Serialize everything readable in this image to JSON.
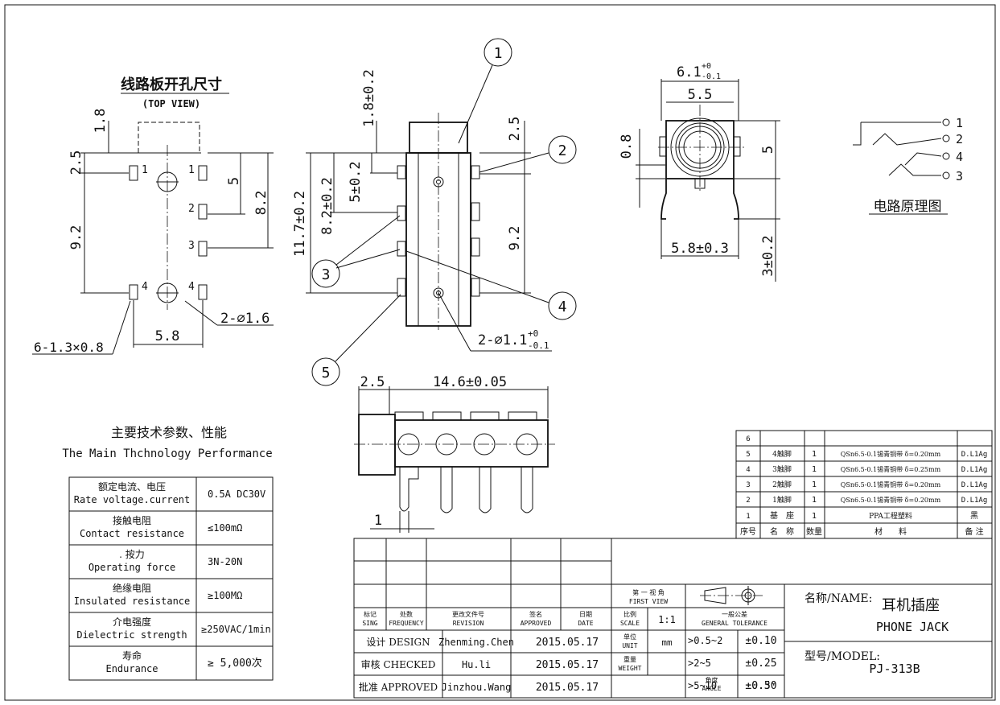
{
  "hole_view": {
    "title_cn": "线路板开孔尺寸",
    "title_en": "(TOP VIEW)",
    "dim_1_8": "1.8",
    "dim_2_5": "2.5",
    "dim_5": "5",
    "dim_8_2": "8.2",
    "dim_9_2": "9.2",
    "dim_5_8": "5.8",
    "dim_holes": "2-⌀1.6",
    "dim_pads": "6-1.3×0.8",
    "pin_1a": "1",
    "pin_1b": "1",
    "pin_2": "2",
    "pin_3": "3",
    "pin_4a": "4",
    "pin_4b": "4"
  },
  "side_view": {
    "dim_1_8": "1.8±0.2",
    "dim_2_5": "2.5",
    "dim_11_7": "11.7±0.2",
    "dim_8_2": "8.2±0.2",
    "dim_5": "5±0.2",
    "dim_9_2": "9.2",
    "dim_posts": "2-⌀1.1",
    "tol_up": "+0",
    "tol_low": "-0.1",
    "balloon_1": "1",
    "balloon_2": "2",
    "balloon_3": "3",
    "balloon_4": "4",
    "balloon_5": "5"
  },
  "front_view": {
    "dim_6_1": "6.1",
    "tol_up": "+0",
    "tol_low": "-0.1",
    "dim_5_5": "5.5",
    "dim_0_8": "0.8",
    "dim_5": "5",
    "dim_5_8": "5.8±0.3",
    "dim_3": "3±0.2"
  },
  "schematic": {
    "title": "电路原理图",
    "pins": [
      "1",
      "2",
      "4",
      "3"
    ]
  },
  "bottom_view": {
    "dim_2_5": "2.5",
    "dim_14_6": "14.6±0.05",
    "dim_1": "1"
  },
  "performance": {
    "title_cn": "主要技术参数、性能",
    "title_en": "The Main Thchnology Performance",
    "rows": [
      {
        "cn": "额定电流、电压",
        "en": "Rate voltage.current",
        "value": "0.5A DC30V"
      },
      {
        "cn": "接触电阻",
        "en": "Contact resistance",
        "value": "≤100mΩ"
      },
      {
        "cn": ". 按力",
        "en": "Operating force",
        "value": "3N-20N"
      },
      {
        "cn": "绝缘电阻",
        "en": "Insulated resistance",
        "value": "≥100MΩ"
      },
      {
        "cn": "介电强度",
        "en": "Dielectric strength",
        "value": "≥250VAC/1min"
      },
      {
        "cn": "寿命",
        "en": "Endurance",
        "value": "≥ 5,000次"
      }
    ]
  },
  "bom": {
    "rows": [
      {
        "no": "6",
        "name": "",
        "qty": "",
        "material": "",
        "note": ""
      },
      {
        "no": "5",
        "name": "4触脚",
        "qty": "1",
        "material": "QSn6.5-0.1锡青铜带 δ=0.20mm",
        "note": "D.L1Ag"
      },
      {
        "no": "4",
        "name": "3触脚",
        "qty": "1",
        "material": "QSn6.5-0.1锡青铜带 δ=0.25mm",
        "note": "D.L1Ag"
      },
      {
        "no": "3",
        "name": "2触脚",
        "qty": "1",
        "material": "QSn6.5-0.1锡青铜带 δ=0.20mm",
        "note": "D.L1Ag"
      },
      {
        "no": "2",
        "name": "1触脚",
        "qty": "1",
        "material": "QSn6.5-0.1锡青铜带 δ=0.20mm",
        "note": "D.L1Ag"
      },
      {
        "no": "1",
        "name": "基　座",
        "qty": "1",
        "material": "PPA工程塑料",
        "note": "黑"
      }
    ],
    "header": {
      "no": "序号",
      "name": "名　称",
      "qty": "数量",
      "material": "材　　料",
      "note": "备 注"
    }
  },
  "title_block": {
    "sign_cn": "标记",
    "sign_en": "SING",
    "freq_cn": "处数",
    "freq_en": "FREQUENCY",
    "rev_cn": "更改文件号",
    "rev_en": "REVISION",
    "appr_cn": "签名",
    "appr_en": "APPROVED",
    "date_cn": "日期",
    "date_en": "DATE",
    "scale_cn": "比例",
    "scale_en": "SCALE",
    "scale_val": "1:1",
    "unit_cn": "单位",
    "unit_en": "UNIT",
    "unit_val": "mm",
    "weight_cn": "重量",
    "weight_en": "WEIGHT",
    "view_cn": "第 一 视 角",
    "view_en": "FIRST VIEW",
    "gt_cn": "一般公差",
    "gt_en": "GENERAL TOLERANCE",
    "tol_rows": [
      {
        "range": ">0.5~2",
        "tol": "±0.10"
      },
      {
        "range": ">2~5",
        "tol": "±0.25"
      },
      {
        "range": ">5~10",
        "tol": "±0.30"
      }
    ],
    "angle_cn": "角度",
    "angle_en": "ANGLE",
    "angle_tol": "±0.5°",
    "design_label": "设计 DESIGN",
    "design_name": "Zhenming.Chen",
    "design_date": "2015.05.17",
    "checked_label": "审核 CHECKED",
    "checked_name": "Hu.li",
    "checked_date": "2015.05.17",
    "approved_label": "批准 APPROVED",
    "approved_name": "Jinzhou.Wang",
    "approved_date": "2015.05.17",
    "name_label": "名称/NAME:",
    "name_cn": "耳机插座",
    "name_en": "PHONE JACK",
    "model_label": "型号/MODEL:",
    "model_val": "PJ-313B"
  }
}
